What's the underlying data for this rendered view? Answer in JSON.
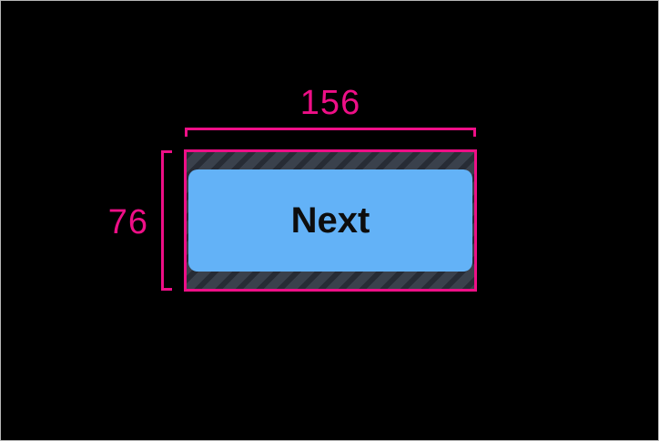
{
  "inspector": {
    "width_label": "156",
    "height_label": "76",
    "button": {
      "label": "Next"
    },
    "colors": {
      "background": "#000000",
      "frame_border": "#b7b7b7",
      "measurement": "#ee0f87",
      "padding_base": "#3a414c",
      "padding_stripe": "#272c35",
      "button_fill": "#63b2f7",
      "button_text": "#0d0d0d"
    }
  }
}
